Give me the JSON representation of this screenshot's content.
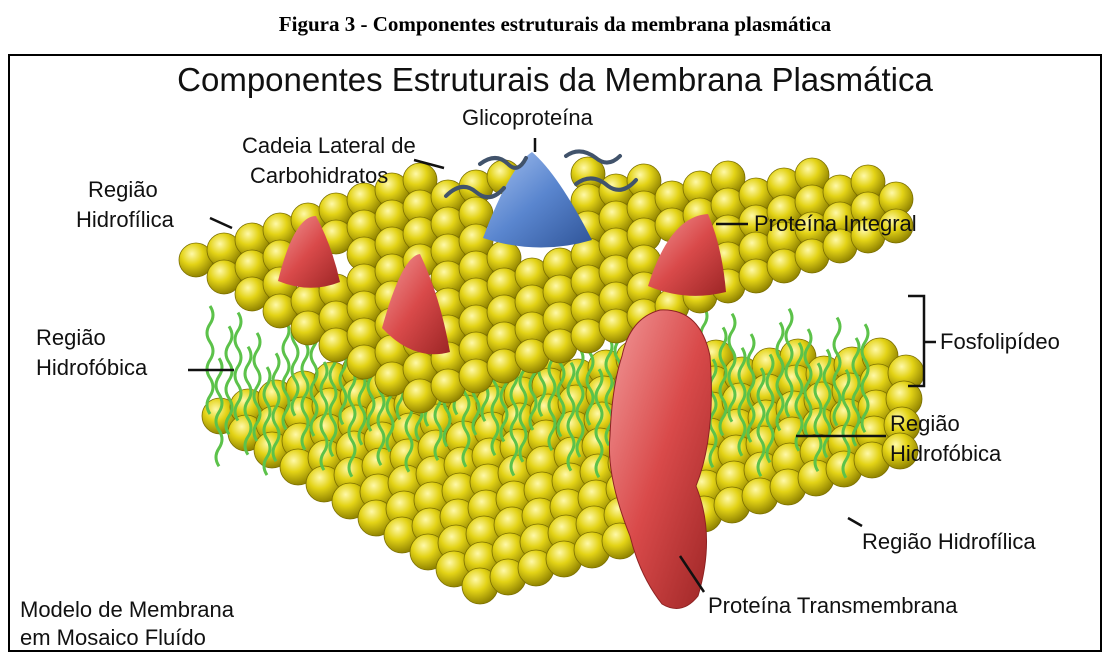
{
  "figure_caption": "Figura 3 - Componentes estruturais da membrana plasmática",
  "diagram": {
    "title": "Componentes Estruturais da Membrana Plasmática",
    "labels": {
      "glicoproteina": "Glicoproteína",
      "cadeia_line1": "Cadeia Lateral de",
      "cadeia_line2": "Carbohidratos",
      "regiao_hidrofilica_top_line1": "Região",
      "regiao_hidrofilica_top_line2": "Hidrofílica",
      "proteina_integral": "Proteína Integral",
      "regiao_hidrofobica_left_line1": "Região",
      "regiao_hidrofobica_left_line2": "Hidrofóbica",
      "fosfolipideo": "Fosfolipídeo",
      "regiao_hidrofobica_right_line1": "Região",
      "regiao_hidrofobica_right_line2": "Hidrofóbica",
      "regiao_hidrofilica_bottom": "Região Hidrofílica",
      "proteina_transmembrana": "Proteína Transmembrana",
      "modelo_line1": "Modelo de Membrana",
      "modelo_line2": "em Mosaico Fluído"
    },
    "colors": {
      "phospholipid_head": "#e3d316",
      "lipid_tail": "#5cc24a",
      "glycoprotein": "#5a86cf",
      "protein": "#d94a4a",
      "carbohydrate_chain": "#41536b"
    }
  }
}
